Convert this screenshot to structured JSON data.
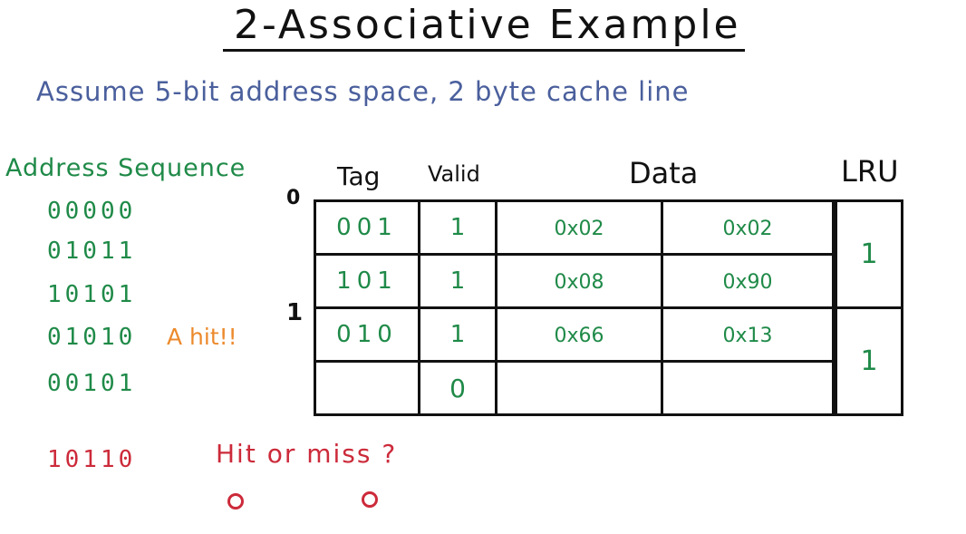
{
  "colors": {
    "ink": "#111111",
    "blue": "#4a5f9c",
    "green": "#1f8a48",
    "orange": "#ec8a2c",
    "red": "#cc2a3a"
  },
  "title": "2-Associative Example",
  "assumption": "Assume 5-bit address space, 2 byte cache line",
  "address_sequence": {
    "heading": "Address Sequence",
    "items": [
      "00000",
      "01011",
      "10101",
      "01010",
      "00101"
    ],
    "hit_note": "A hit!!"
  },
  "query": {
    "address": "10110",
    "question": "Hit or miss ?"
  },
  "table": {
    "headers": {
      "tag": "Tag",
      "valid": "Valid",
      "data": "Data",
      "lru": "LRU"
    },
    "sets": [
      {
        "label": "0",
        "lru": "1",
        "lines": [
          {
            "tag": "001",
            "valid": "1",
            "data0": "0x02",
            "data1": "0x02"
          },
          {
            "tag": "101",
            "valid": "1",
            "data0": "0x08",
            "data1": "0x90"
          }
        ]
      },
      {
        "label": "1",
        "lru": "1",
        "lines": [
          {
            "tag": "010",
            "valid": "1",
            "data0": "0x66",
            "data1": "0x13"
          },
          {
            "tag": "",
            "valid": "0",
            "data0": "",
            "data1": ""
          }
        ]
      }
    ]
  }
}
